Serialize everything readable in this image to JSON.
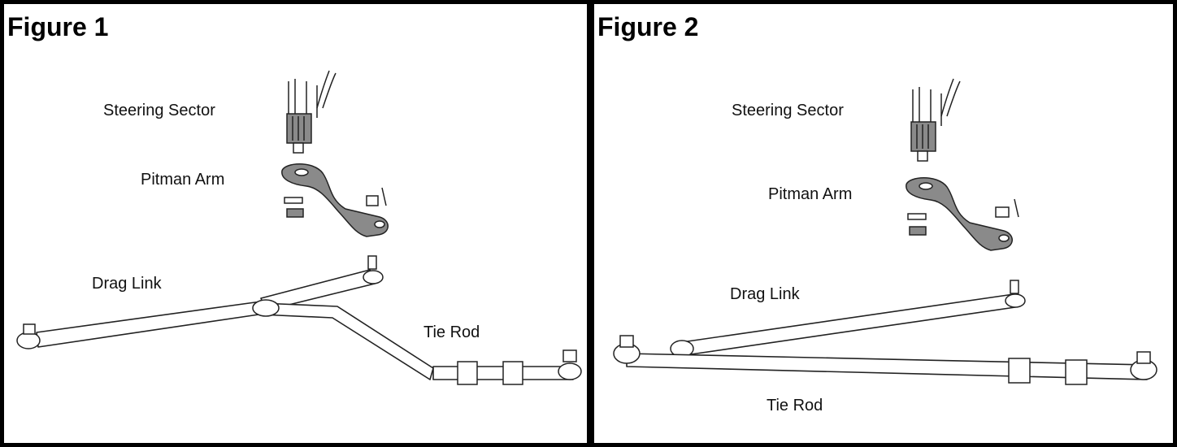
{
  "figures": [
    {
      "title": "Figure 1",
      "labels": {
        "steering_sector": "Steering Sector",
        "pitman_arm": "Pitman Arm",
        "drag_link": "Drag Link",
        "tie_rod": "Tie Rod"
      }
    },
    {
      "title": "Figure 2",
      "labels": {
        "steering_sector": "Steering Sector",
        "pitman_arm": "Pitman Arm",
        "drag_link": "Drag Link",
        "tie_rod": "Tie Rod"
      }
    }
  ],
  "colors": {
    "border": "#000000",
    "part_fill": "#8a8a8a",
    "background": "#ffffff"
  }
}
